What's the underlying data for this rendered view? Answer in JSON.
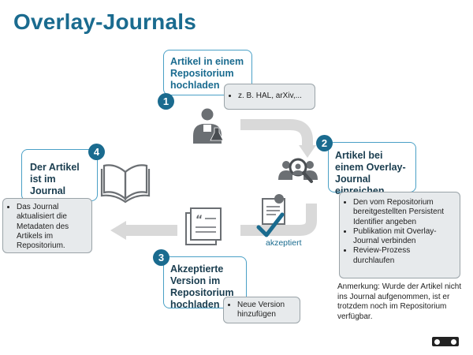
{
  "title": "Overlay-Journals",
  "steps": [
    {
      "number": "1",
      "label": "Artikel in einem Repositorium hochladen",
      "notes": [
        "z. B. HAL, arXiv,..."
      ]
    },
    {
      "number": "2",
      "label": "Artikel bei einem Overlay-Journal einreichen",
      "notes": [
        "Den vom Repositorium bereitgestellten Persistent Identifier angeben",
        "Publikation mit Overlay-Journal verbinden",
        "Review-Prozess durchlaufen"
      ]
    },
    {
      "number": "3",
      "label": "Akzeptierte Version im Repositorium hochladen",
      "notes": [
        "Neue Version hinzufügen"
      ]
    },
    {
      "number": "4",
      "label": "Der Artikel ist im Journal publiziert.",
      "notes": [
        "Das Journal aktualisiert die Metadaten des Artikels im Repositorium."
      ]
    }
  ],
  "accepted_label": "akzeptiert",
  "remark": "Anmerkung: Wurde der Artikel nicht ins Journal aufgenommen, ist er trotzdem noch im Repositorium verfügbar.",
  "icons": [
    "scientist-icon",
    "reviewers-magnifier-icon",
    "certificate-check-icon",
    "document-quote-icon",
    "open-book-icon",
    "cc-license-icon"
  ],
  "colors": {
    "primary": "#1a6b8f",
    "arrow": "#d9d9d9",
    "note_bg": "#e7eaec"
  }
}
